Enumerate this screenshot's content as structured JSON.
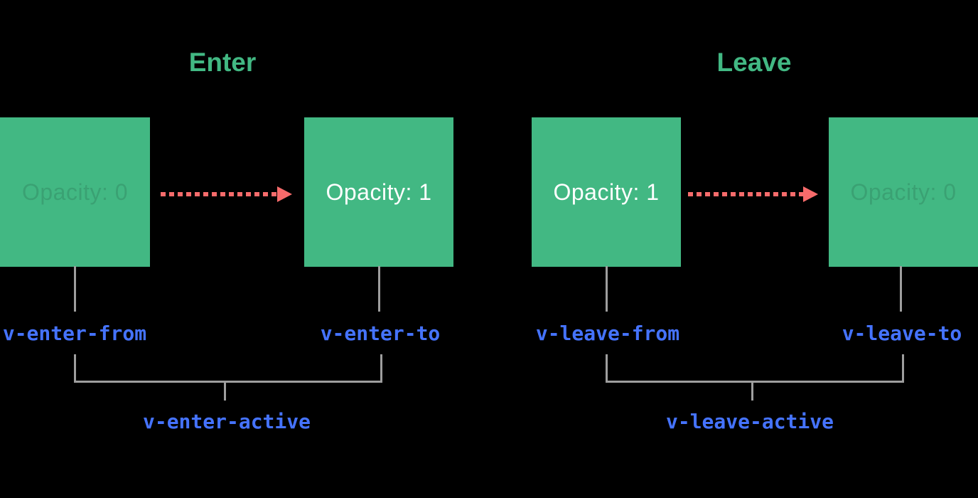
{
  "diagram": {
    "background": "#000000",
    "colors": {
      "vue_green": "#42b883",
      "arrow_red": "#f76b6b",
      "label_blue": "#4573ff",
      "connector_gray": "#9e9e9e",
      "box_text_white": "#ffffff"
    },
    "sections": [
      {
        "id": "enter",
        "title": "Enter",
        "boxes": [
          {
            "value": "Opacity: 0",
            "faint": true,
            "class_label": "v-enter-from"
          },
          {
            "value": "Opacity: 1",
            "faint": false,
            "class_label": "v-enter-to"
          }
        ],
        "active_label": "v-enter-active"
      },
      {
        "id": "leave",
        "title": "Leave",
        "boxes": [
          {
            "value": "Opacity: 1",
            "faint": false,
            "class_label": "v-leave-from"
          },
          {
            "value": "Opacity: 0",
            "faint": true,
            "class_label": "v-leave-to"
          }
        ],
        "active_label": "v-leave-active"
      }
    ]
  }
}
